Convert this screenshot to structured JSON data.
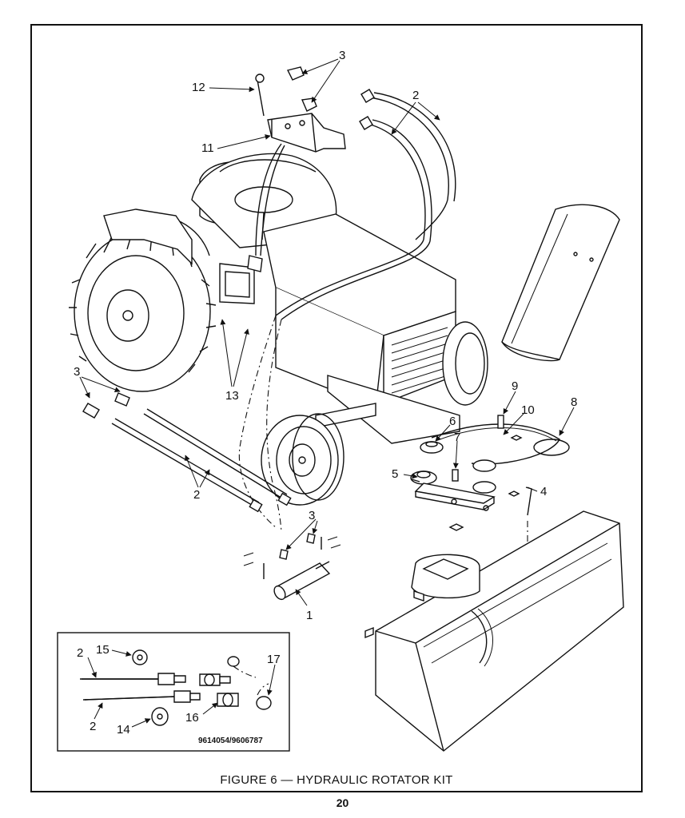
{
  "figure_caption": "FIGURE 6 — HYDRAULIC ROTATOR KIT",
  "page_number": "20",
  "inset_part_numbers": "9614054/9606787",
  "callouts": {
    "c1": "1",
    "c2a": "2",
    "c2b": "2",
    "c2c": "2",
    "c2d": "2",
    "c3a": "3",
    "c3b": "3",
    "c3c": "3",
    "c4": "4",
    "c5": "5",
    "c6": "6",
    "c7": "7",
    "c8": "8",
    "c9": "9",
    "c10": "10",
    "c11": "11",
    "c12": "12",
    "c13": "13",
    "c14": "14",
    "c15": "15",
    "c16": "16",
    "c17": "17"
  }
}
